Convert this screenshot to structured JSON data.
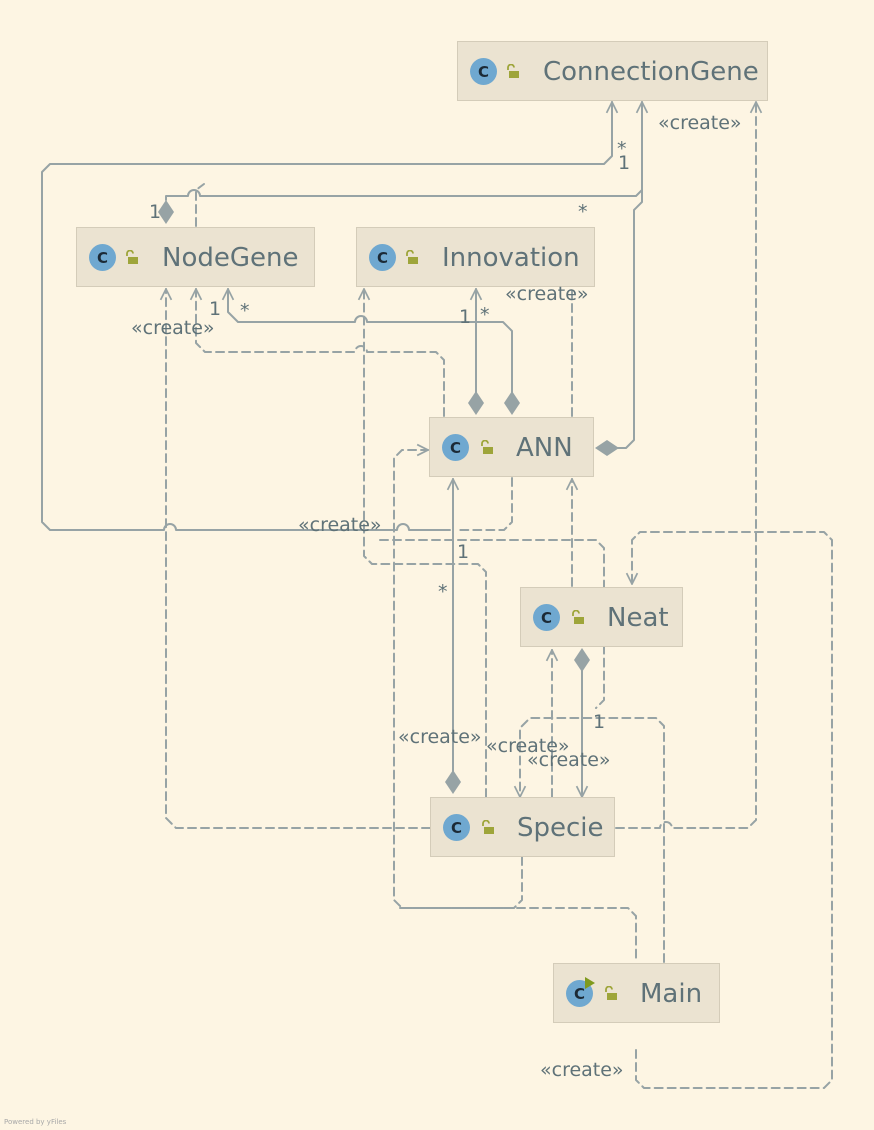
{
  "diagram": {
    "nodes": {
      "connection_gene": {
        "label": "ConnectionGene",
        "icon": "class-icon",
        "access": "public-lock-icon"
      },
      "node_gene": {
        "label": "NodeGene",
        "icon": "class-icon",
        "access": "public-lock-icon"
      },
      "innovation": {
        "label": "Innovation",
        "icon": "class-icon",
        "access": "public-lock-icon"
      },
      "ann": {
        "label": "ANN",
        "icon": "class-icon",
        "access": "public-lock-icon"
      },
      "neat": {
        "label": "Neat",
        "icon": "class-icon",
        "access": "public-lock-icon"
      },
      "specie": {
        "label": "Specie",
        "icon": "class-icon",
        "access": "public-lock-icon"
      },
      "main": {
        "label": "Main",
        "icon": "runnable-class-icon",
        "access": "public-lock-icon"
      }
    },
    "class_badge": "C",
    "create_label": "«create»",
    "multiplicity": {
      "one": "1",
      "many": "*"
    },
    "footer": "Powered by yFiles",
    "colors": {
      "background": "#fdf5e3",
      "node_fill": "#ebe3d1",
      "node_border": "#d4ccb9",
      "edge": "#97a3a5",
      "text": "#5f7278",
      "class_icon": "#6fa8d0",
      "lock_icon": "#9ea53a",
      "run_badge": "#7f9a1e"
    }
  }
}
